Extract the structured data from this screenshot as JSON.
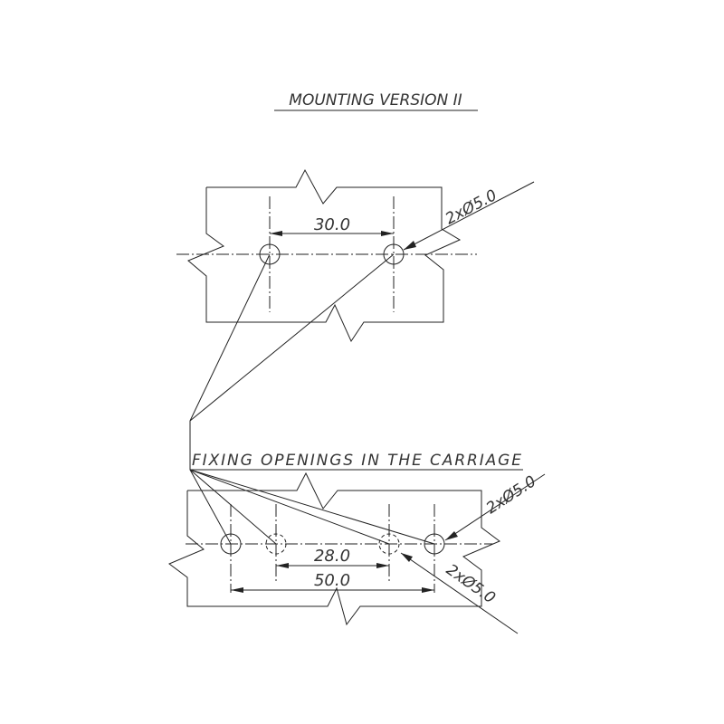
{
  "title": "MOUNTING VERSION II",
  "top_view": {
    "dimension": "30.0",
    "hole_callout": "2xØ5.0"
  },
  "bottom_view": {
    "label": "FIXING OPENINGS IN THE CARRIAGE",
    "dimension_inner": "28.0",
    "dimension_outer": "50.0",
    "hole_callout_1": "2xØ5.0",
    "hole_callout_2": "2xØ5.0"
  },
  "colors": {
    "line": "#222222",
    "text": "#333333"
  }
}
